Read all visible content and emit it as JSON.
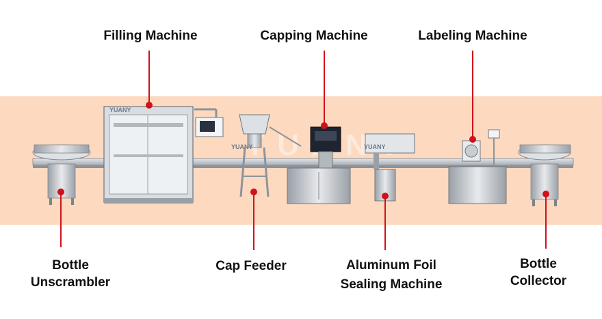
{
  "labels": {
    "filling_machine": "Filling Machine",
    "capping_machine": "Capping Machine",
    "labeling_machine": "Labeling Machine",
    "bottle_unscrambler_1": "Bottle",
    "bottle_unscrambler_2": "Unscrambler",
    "cap_feeder": "Cap Feeder",
    "aluminum_foil_1": "Aluminum Foil",
    "aluminum_foil_2": "Sealing Machine",
    "bottle_collector_1": "Bottle",
    "bottle_collector_2": "Collector"
  },
  "brand": {
    "name": "YUANY",
    "watermark": "YUANY"
  },
  "colors": {
    "band": "#fcd9bf",
    "pointer": "#d0111b",
    "steel": "#c9cdd2"
  }
}
